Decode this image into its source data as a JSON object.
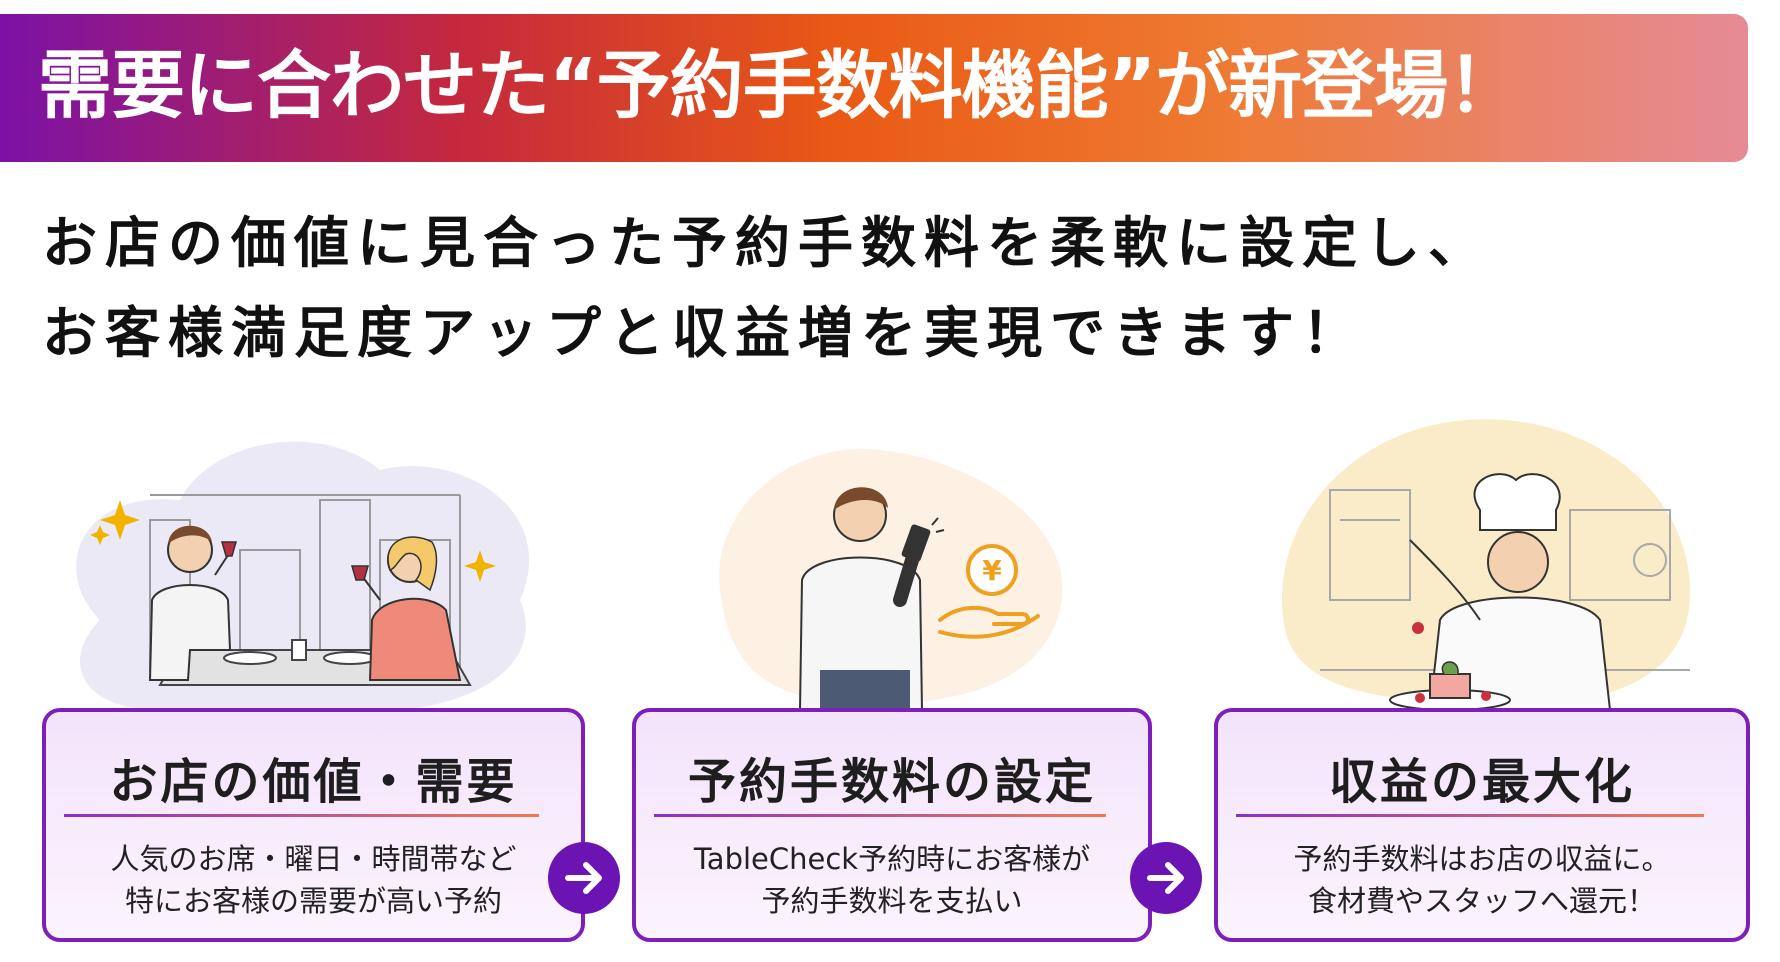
{
  "banner": {
    "title": "需要に合わせた“予約手数料機能”が新登場！"
  },
  "lead": {
    "line1": "お店の価値に見合った予約手数料を柔軟に設定し、",
    "line2": "お客様満足度アップと収益増を実現できます！"
  },
  "steps": [
    {
      "title": "お店の価値・需要",
      "desc1": "人気のお席・曜日・時間帯など",
      "desc2": "特にお客様の需要が高い予約"
    },
    {
      "title": "予約手数料の設定",
      "desc1": "TableCheck予約時にお客様が",
      "desc2": "予約手数料を支払い"
    },
    {
      "title": "収益の最大化",
      "desc1": "予約手数料はお店の収益に。",
      "desc2": "食材費やスタッフへ還元！"
    }
  ],
  "icons": {
    "arrow": "arrow-right-icon",
    "coin": "yen-coin-icon",
    "sparkle": "sparkle-icon"
  },
  "colors": {
    "accent": "#7f1fbb",
    "arrow_bg": "#6b13b3",
    "coin": "#f0a020"
  }
}
